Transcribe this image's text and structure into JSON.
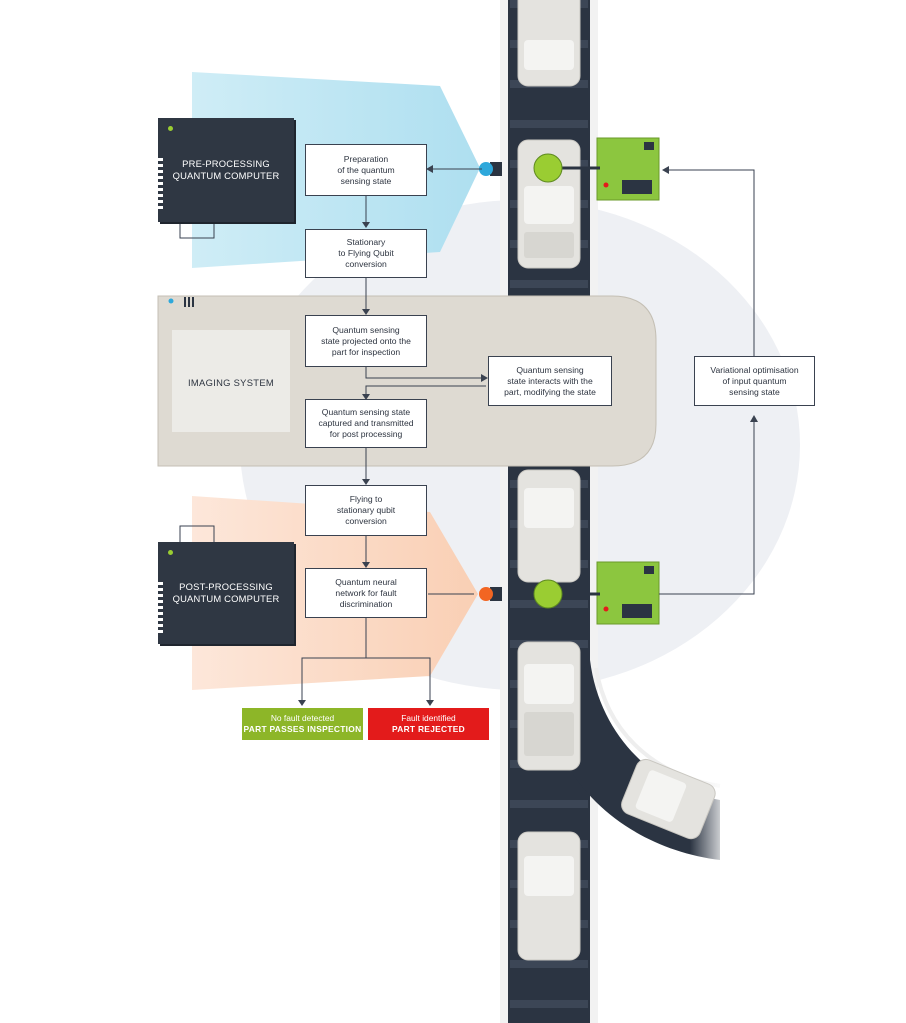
{
  "pre_processing_computer": {
    "label": "PRE-PROCESSING\nQUANTUM COMPUTER"
  },
  "post_processing_computer": {
    "label": "POST-PROCESSING\nQUANTUM COMPUTER"
  },
  "imaging_system": {
    "label": "IMAGING SYSTEM"
  },
  "steps": {
    "preparation": "Preparation\nof the quantum\nsensing state",
    "stationary_to_flying": "Stationary\nto Flying Qubit\nconversion",
    "projected": "Quantum sensing\nstate projected onto the\npart for inspection",
    "interacts": "Quantum sensing\nstate interacts with the\npart, modifying the state",
    "captured": "Quantum sensing state\ncaptured and transmitted\nfor post processing",
    "flying_to_stationary": "Flying to\nstationary qubit\nconversion",
    "neural_network": "Quantum neural\nnetwork for fault\ndiscrimination",
    "variational": "Variational optimisation\nof input quantum\nsensing state"
  },
  "outcomes": {
    "pass": {
      "line1": "No fault detected",
      "line2": "PART PASSES INSPECTION",
      "color": "#8db628"
    },
    "reject": {
      "line1": "Fault identified",
      "line2": "PART REJECTED",
      "color": "#e31b1b"
    }
  },
  "colors": {
    "computer_body": "#2f3743",
    "imaging_body": "#dedad2",
    "conveyor": "#2b3442",
    "sensor_unit": "#8cc63f",
    "pre_beam": "#bfe6f2",
    "post_beam": "#fbd9c4",
    "blue_indicator": "#2ea8db",
    "green_indicator": "#9acd32",
    "orange_indicator": "#f26522"
  },
  "icons": [
    "sensor-blue-icon",
    "sensor-orange-icon",
    "car-icon",
    "control-unit-icon"
  ]
}
